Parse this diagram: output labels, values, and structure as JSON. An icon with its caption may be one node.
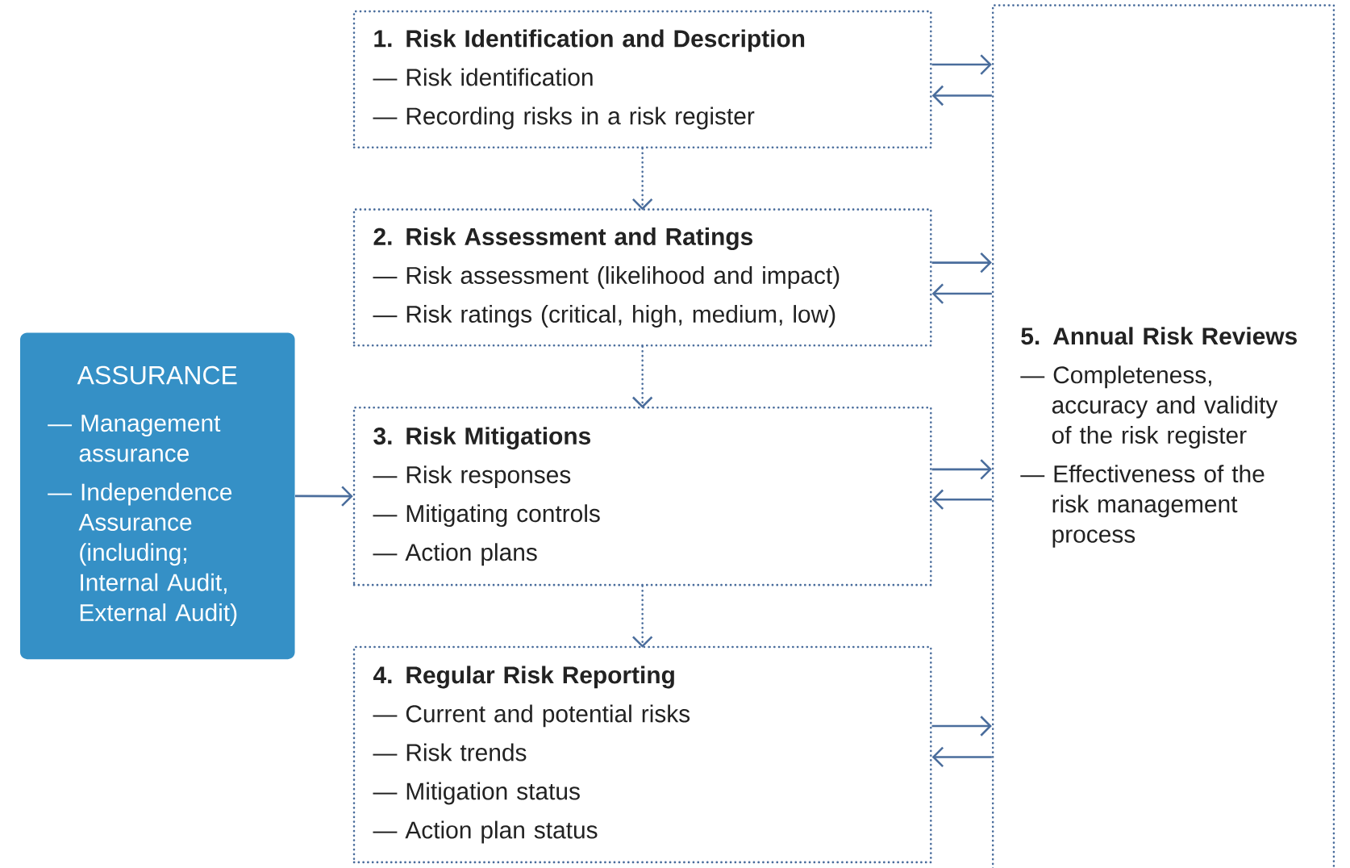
{
  "diagram": {
    "nodes": [
      {
        "text": [
          "ASSURANCE",
          "— Management assurance",
          "— Independence Assurance (including; Internal Audit, External Audit)"
        ]
      },
      {
        "text": [
          "1. Risk Identification and Description",
          "— Risk identification",
          "— Recording risks in a risk register"
        ]
      },
      {
        "text": [
          "2. Risk Assessment and Ratings",
          "— Risk assessment (likelihood and impact)",
          "— Risk ratings (critical, high, medium, low)"
        ]
      },
      {
        "text": [
          "3. Risk Mitigations",
          "— Risk responses",
          "— Mitigating controls",
          "— Action plans"
        ]
      },
      {
        "text": [
          "4. Regular Risk Reporting",
          "— Current and potential risks",
          "— Risk trends",
          "— Mitigation status",
          "— Action plan status"
        ]
      },
      {
        "text": [
          "5. Annual Risk Reviews",
          "— Completeness, accuracy and validity of the risk register",
          "— Effectiveness of the risk management process"
        ]
      }
    ],
    "edges": [
      {
        "from": 0,
        "to": 3,
        "arrow": "to"
      },
      {
        "from": 1,
        "to": 2,
        "arrow": "to",
        "style": "dashed"
      },
      {
        "from": 2,
        "to": 3,
        "arrow": "to",
        "style": "dashed"
      },
      {
        "from": 3,
        "to": 4,
        "arrow": "to",
        "style": "dashed"
      },
      {
        "from": 1,
        "to": 5,
        "arrow": "to"
      },
      {
        "from": 5,
        "to": 1,
        "arrow": "to"
      },
      {
        "from": 2,
        "to": 5,
        "arrow": "to"
      },
      {
        "from": 5,
        "to": 2,
        "arrow": "to"
      },
      {
        "from": 3,
        "to": 5,
        "arrow": "to"
      },
      {
        "from": 5,
        "to": 3,
        "arrow": "to"
      },
      {
        "from": 4,
        "to": 5,
        "arrow": "to"
      },
      {
        "from": 5,
        "to": 4,
        "arrow": "to"
      }
    ]
  }
}
